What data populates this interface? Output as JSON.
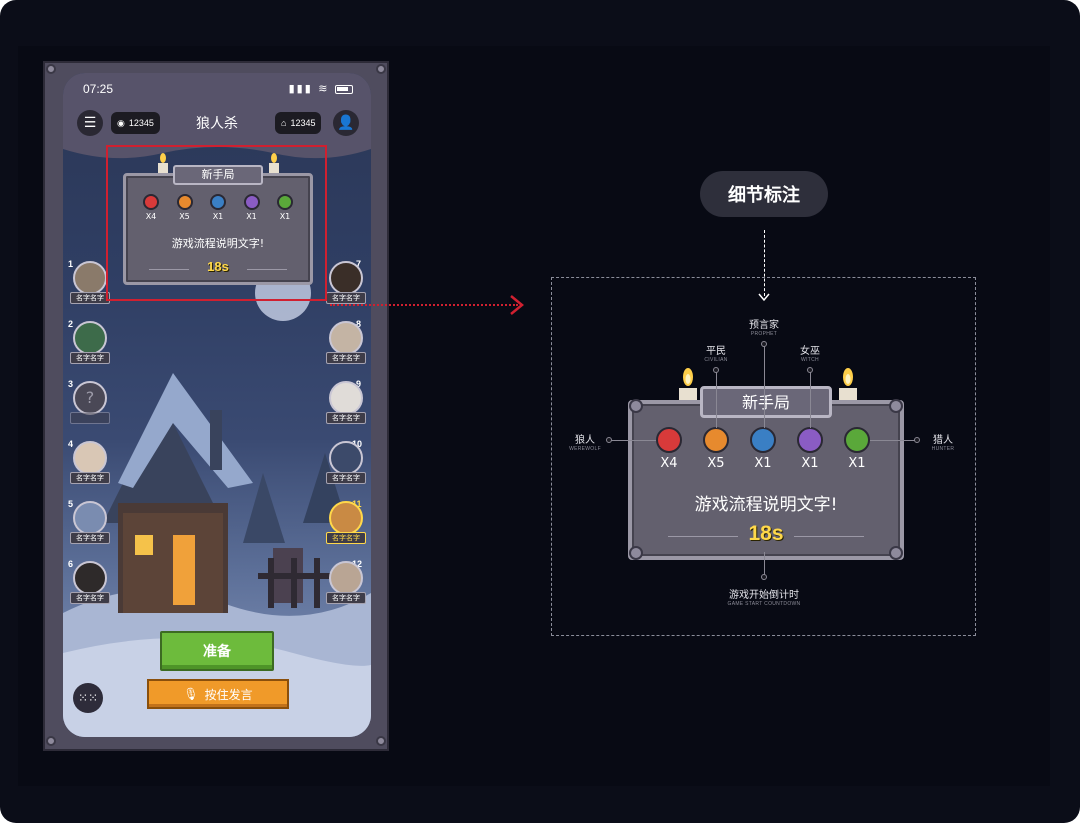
{
  "status_bar": {
    "time": "07:25"
  },
  "header": {
    "title": "狼人杀",
    "viewers_count": "12345",
    "room_id": "12345"
  },
  "board": {
    "title": "新手局",
    "description": "游戏流程说明文字!",
    "countdown": "18s",
    "roles": [
      {
        "name": "werewolf",
        "count": "X4",
        "color": "#d83a3a",
        "icon": "claw-icon"
      },
      {
        "name": "civilian",
        "count": "X5",
        "color": "#e78a2e",
        "icon": "person-icon"
      },
      {
        "name": "prophet",
        "count": "X1",
        "color": "#3a7fc4",
        "icon": "eye-icon"
      },
      {
        "name": "witch",
        "count": "X1",
        "color": "#8a5cc4",
        "icon": "potion-icon"
      },
      {
        "name": "hunter",
        "count": "X1",
        "color": "#5aa83a",
        "icon": "claw-mark-icon"
      }
    ]
  },
  "players": {
    "left": [
      {
        "seat": "1",
        "name": "名字名字"
      },
      {
        "seat": "2",
        "name": "名字名字"
      },
      {
        "seat": "3",
        "name": ""
      },
      {
        "seat": "4",
        "name": "名字名字"
      },
      {
        "seat": "5",
        "name": "名字名字"
      },
      {
        "seat": "6",
        "name": "名字名字"
      }
    ],
    "right": [
      {
        "seat": "7",
        "name": "名字名字"
      },
      {
        "seat": "8",
        "name": "名字名字"
      },
      {
        "seat": "9",
        "name": "名字名字"
      },
      {
        "seat": "10",
        "name": "名字名字"
      },
      {
        "seat": "11",
        "name": "名字名字"
      },
      {
        "seat": "12",
        "name": "名字名字"
      }
    ]
  },
  "empty_seat_label": "?",
  "buttons": {
    "ready": "准备",
    "talk": "按住发言"
  },
  "annotation": {
    "pill": "细节标注",
    "prophet": {
      "cn": "预言家",
      "en": "PROPHET"
    },
    "civilian": {
      "cn": "平民",
      "en": "CIVILIAN"
    },
    "witch": {
      "cn": "女巫",
      "en": "WITCH"
    },
    "werewolf": {
      "cn": "狼人",
      "en": "WEREWOLF"
    },
    "hunter": {
      "cn": "猎人",
      "en": "HUNTER"
    },
    "countdown": {
      "cn": "游戏开始倒计时",
      "en": "GAME START COUNTDOWN"
    }
  },
  "colors": {
    "highlight": "#d02030",
    "ready": "#6dbb3c",
    "talk": "#f09a29",
    "timer": "#ffd84a"
  }
}
